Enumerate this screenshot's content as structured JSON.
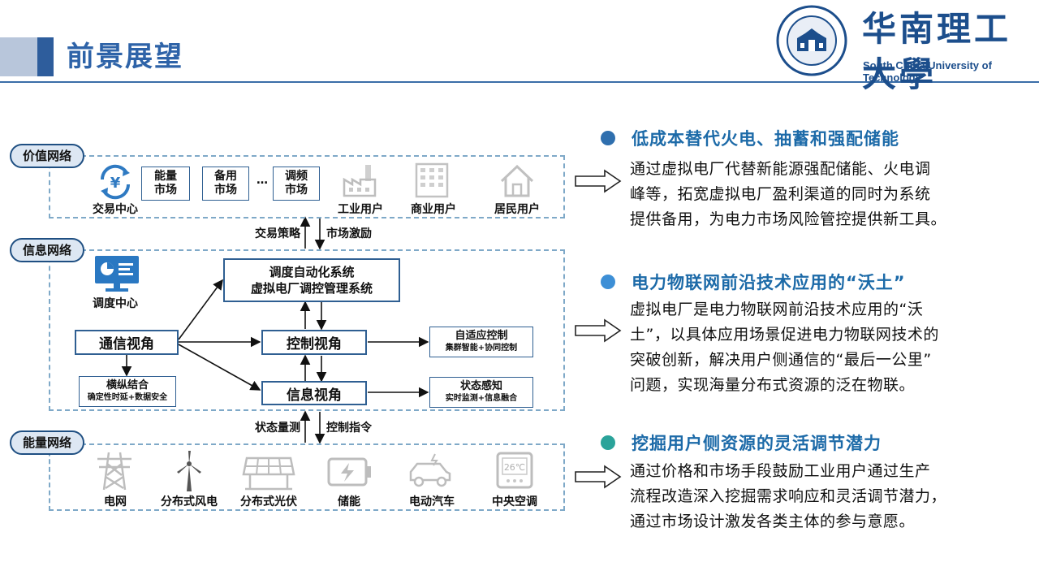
{
  "header": {
    "title": "前景展望",
    "logo_cn": "华南理工大學",
    "logo_en": "South China University of Technology"
  },
  "value_network": {
    "label": "价值网络",
    "trade_center": "交易中心",
    "markets": [
      {
        "line1": "能量",
        "line2": "市场"
      },
      {
        "line1": "备用",
        "line2": "市场"
      },
      {
        "line1": "调频",
        "line2": "市场"
      }
    ],
    "ellipsis": "…",
    "users": [
      "工业用户",
      "商业用户",
      "居民用户"
    ]
  },
  "links": {
    "top_left": "交易策略",
    "top_right": "市场激励",
    "bottom_left": "状态量测",
    "bottom_right": "控制指令"
  },
  "info_network": {
    "label": "信息网络",
    "dispatch_center": "调度中心",
    "system_line1": "调度自动化系统",
    "system_line2": "虚拟电厂调控管理系统",
    "comm": "通信视角",
    "control": "控制视角",
    "info": "信息视角",
    "vertical_main": "横纵结合",
    "vertical_sub": "确定性时延+数据安全",
    "adaptive_main": "自适应控制",
    "adaptive_sub": "集群智能+协同控制",
    "sense_main": "状态感知",
    "sense_sub": "实时监测+信息融合"
  },
  "energy_network": {
    "label": "能量网络",
    "items": [
      "电网",
      "分布式风电",
      "分布式光伏",
      "储能",
      "电动汽车",
      "中央空调"
    ],
    "ac_display": "26℃"
  },
  "points": [
    {
      "title": "低成本替代火电、抽蓄和强配储能",
      "lines": [
        "通过虚拟电厂代替新能源强配储能、火电调",
        "峰等，拓宽虚拟电厂盈利渠道的同时为系统",
        "提供备用，为电力市场风险管控提供新工具。"
      ],
      "color": "#2f6fae"
    },
    {
      "title": "电力物联网前沿技术应用的“沃土”",
      "lines": [
        "虚拟电厂是电力物联网前沿技术应用的“沃",
        "土”，以具体应用场景促进电力物联网技术的",
        "突破创新，解决用户侧通信的“最后一公里”",
        "问题，实现海量分布式资源的泛在物联。"
      ],
      "color": "#3d8fd6"
    },
    {
      "title": "挖掘用户侧资源的灵活调节潜力",
      "lines": [
        "通过价格和市场手段鼓励工业用户通过生产",
        "流程改造深入挖掘需求响应和灵活调节潜力，",
        "通过市场设计激发各类主体的参与意愿。"
      ],
      "color": "#2aa39a"
    }
  ]
}
